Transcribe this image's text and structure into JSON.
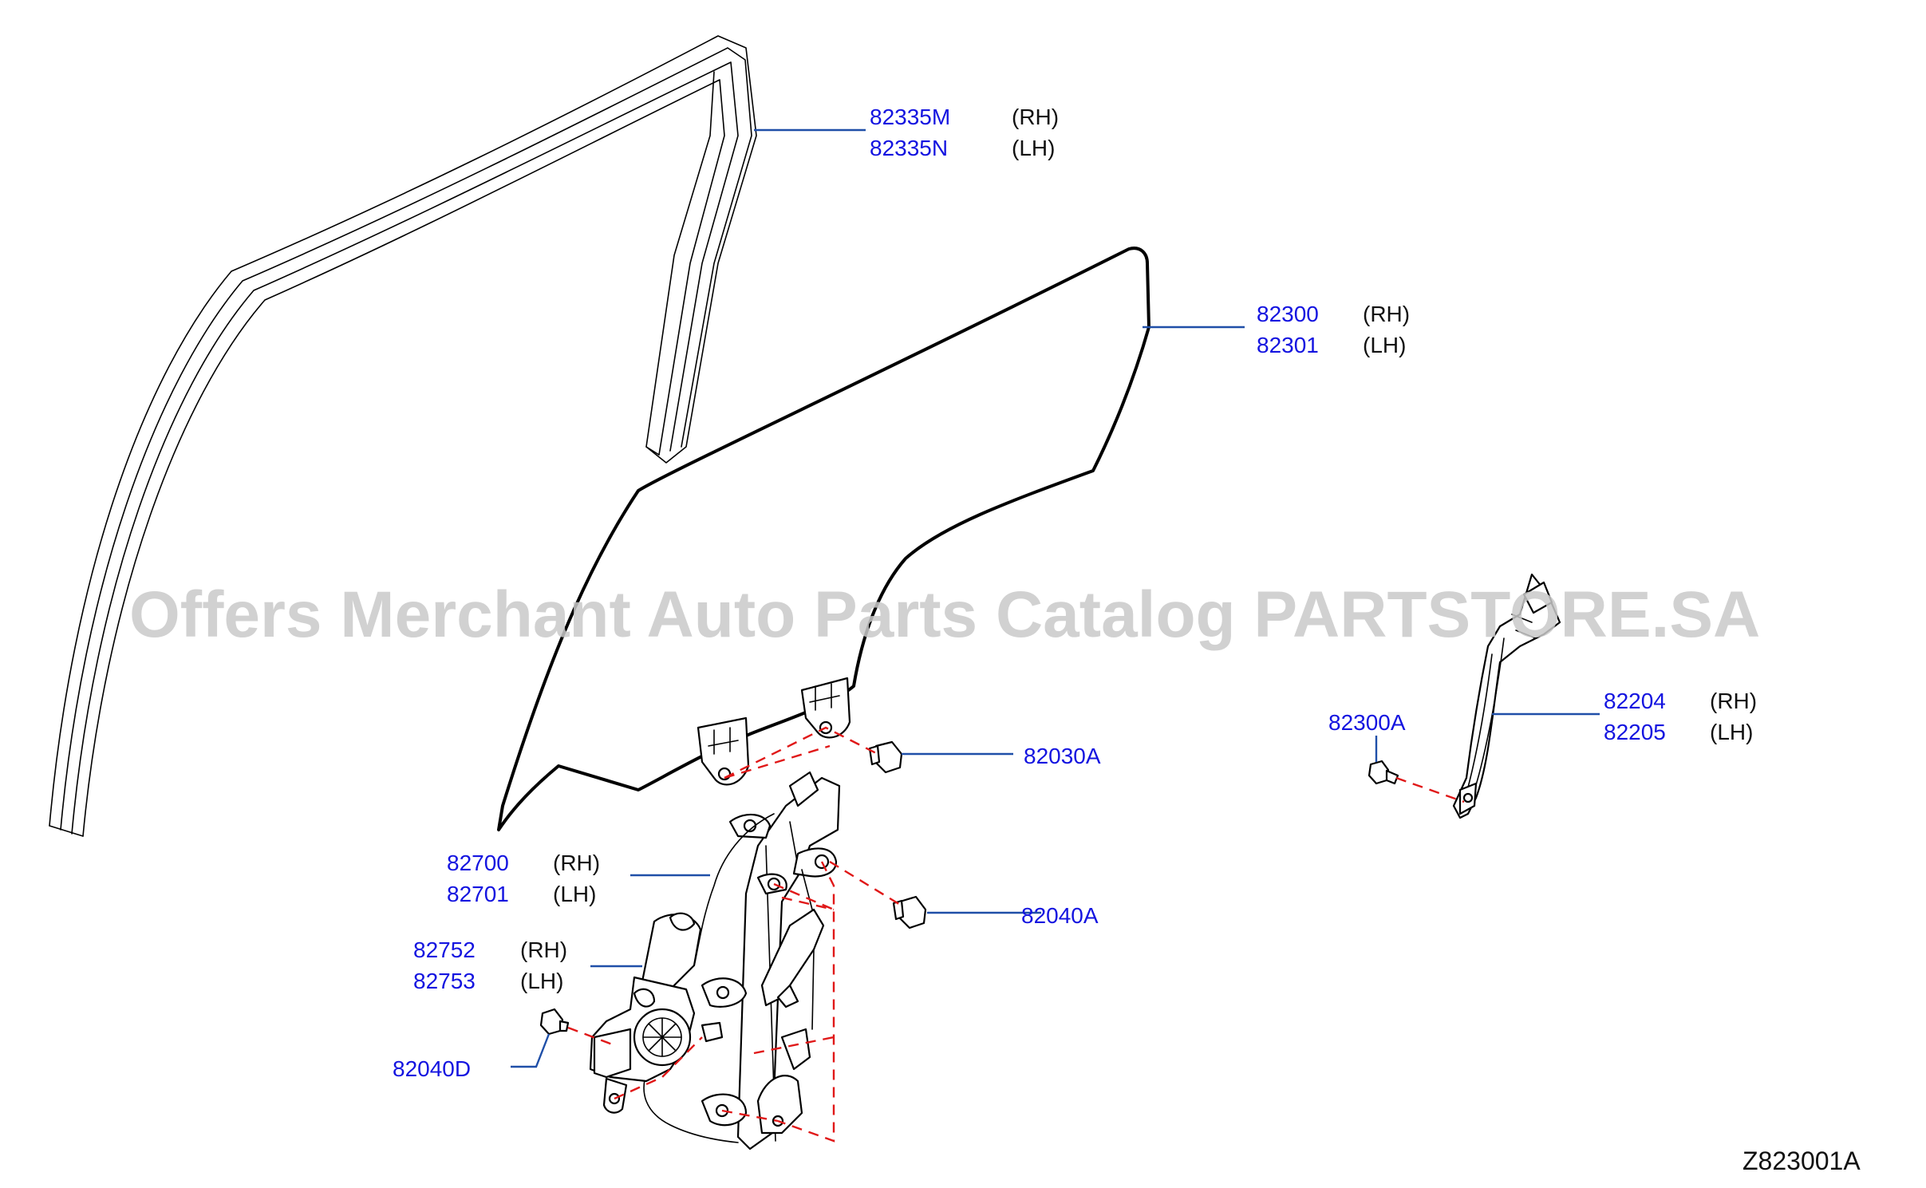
{
  "watermark": "Offers Merchant Auto Parts Catalog PARTSTORE.SA",
  "diagram_code": "Z823001A",
  "colors": {
    "part_number": "#1414e0",
    "leader_line": "#1f4fa8",
    "dash_line": "#e01818",
    "watermark": "#c9c9c9"
  },
  "labels": {
    "sash_rh": "82335M",
    "sash_rh_side": "(RH)",
    "sash_lh": "82335N",
    "sash_lh_side": "(LH)",
    "glass_rh": "82300",
    "glass_rh_side": "(RH)",
    "glass_lh": "82301",
    "glass_lh_side": "(LH)",
    "bolt_glass": "82030A",
    "regulator_rh": "82700",
    "regulator_rh_side": "(RH)",
    "regulator_lh": "82701",
    "regulator_lh_side": "(LH)",
    "bolt_regulator": "82040A",
    "motor_rh": "82752",
    "motor_rh_side": "(RH)",
    "motor_lh": "82753",
    "motor_lh_side": "(LH)",
    "bolt_motor": "82040D",
    "screw_rail": "82300A",
    "rail_rh": "82204",
    "rail_rh_side": "(RH)",
    "rail_lh": "82205",
    "rail_lh_side": "(LH)"
  }
}
